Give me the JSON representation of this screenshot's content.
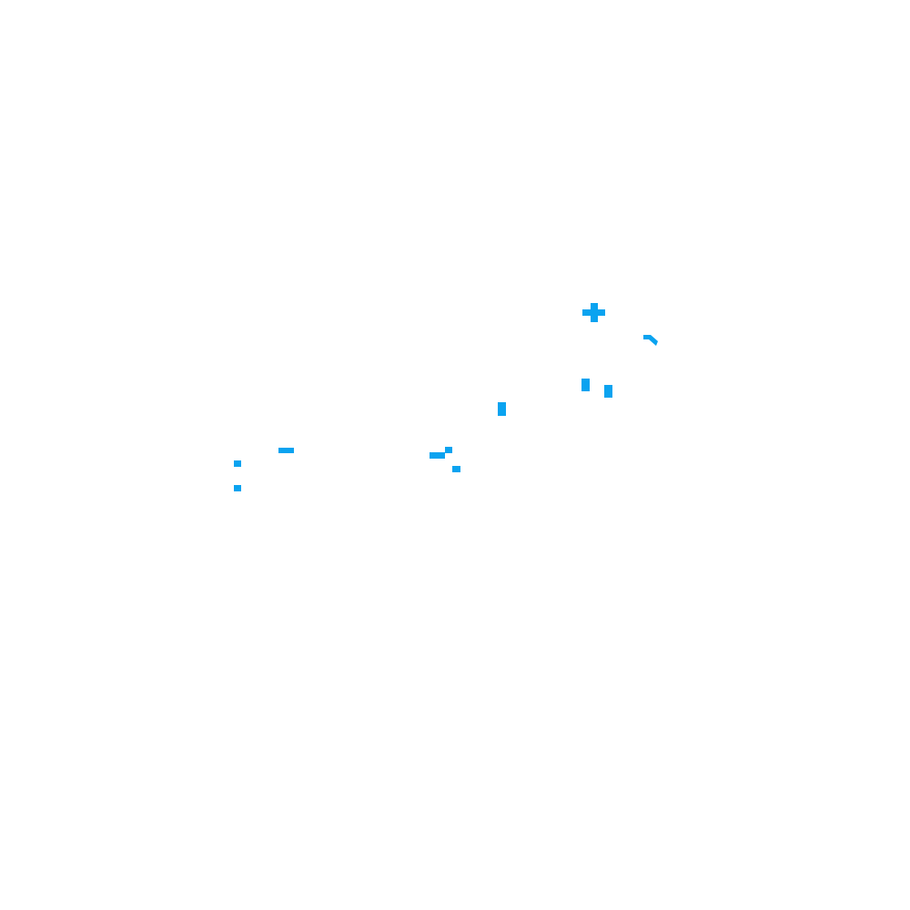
{
  "colors": {
    "background": "#ffffff",
    "mark": "#0aa3f0"
  },
  "marks": [
    {
      "name": "plus-mark"
    },
    {
      "name": "hook-stroke"
    },
    {
      "name": "vertical-dash-1"
    },
    {
      "name": "vertical-dash-2"
    },
    {
      "name": "vertical-dash-3"
    },
    {
      "name": "horizontal-dash-1"
    },
    {
      "name": "horizontal-dash-2"
    },
    {
      "name": "small-square-1"
    },
    {
      "name": "small-square-2"
    },
    {
      "name": "small-square-3"
    },
    {
      "name": "small-square-4"
    }
  ]
}
